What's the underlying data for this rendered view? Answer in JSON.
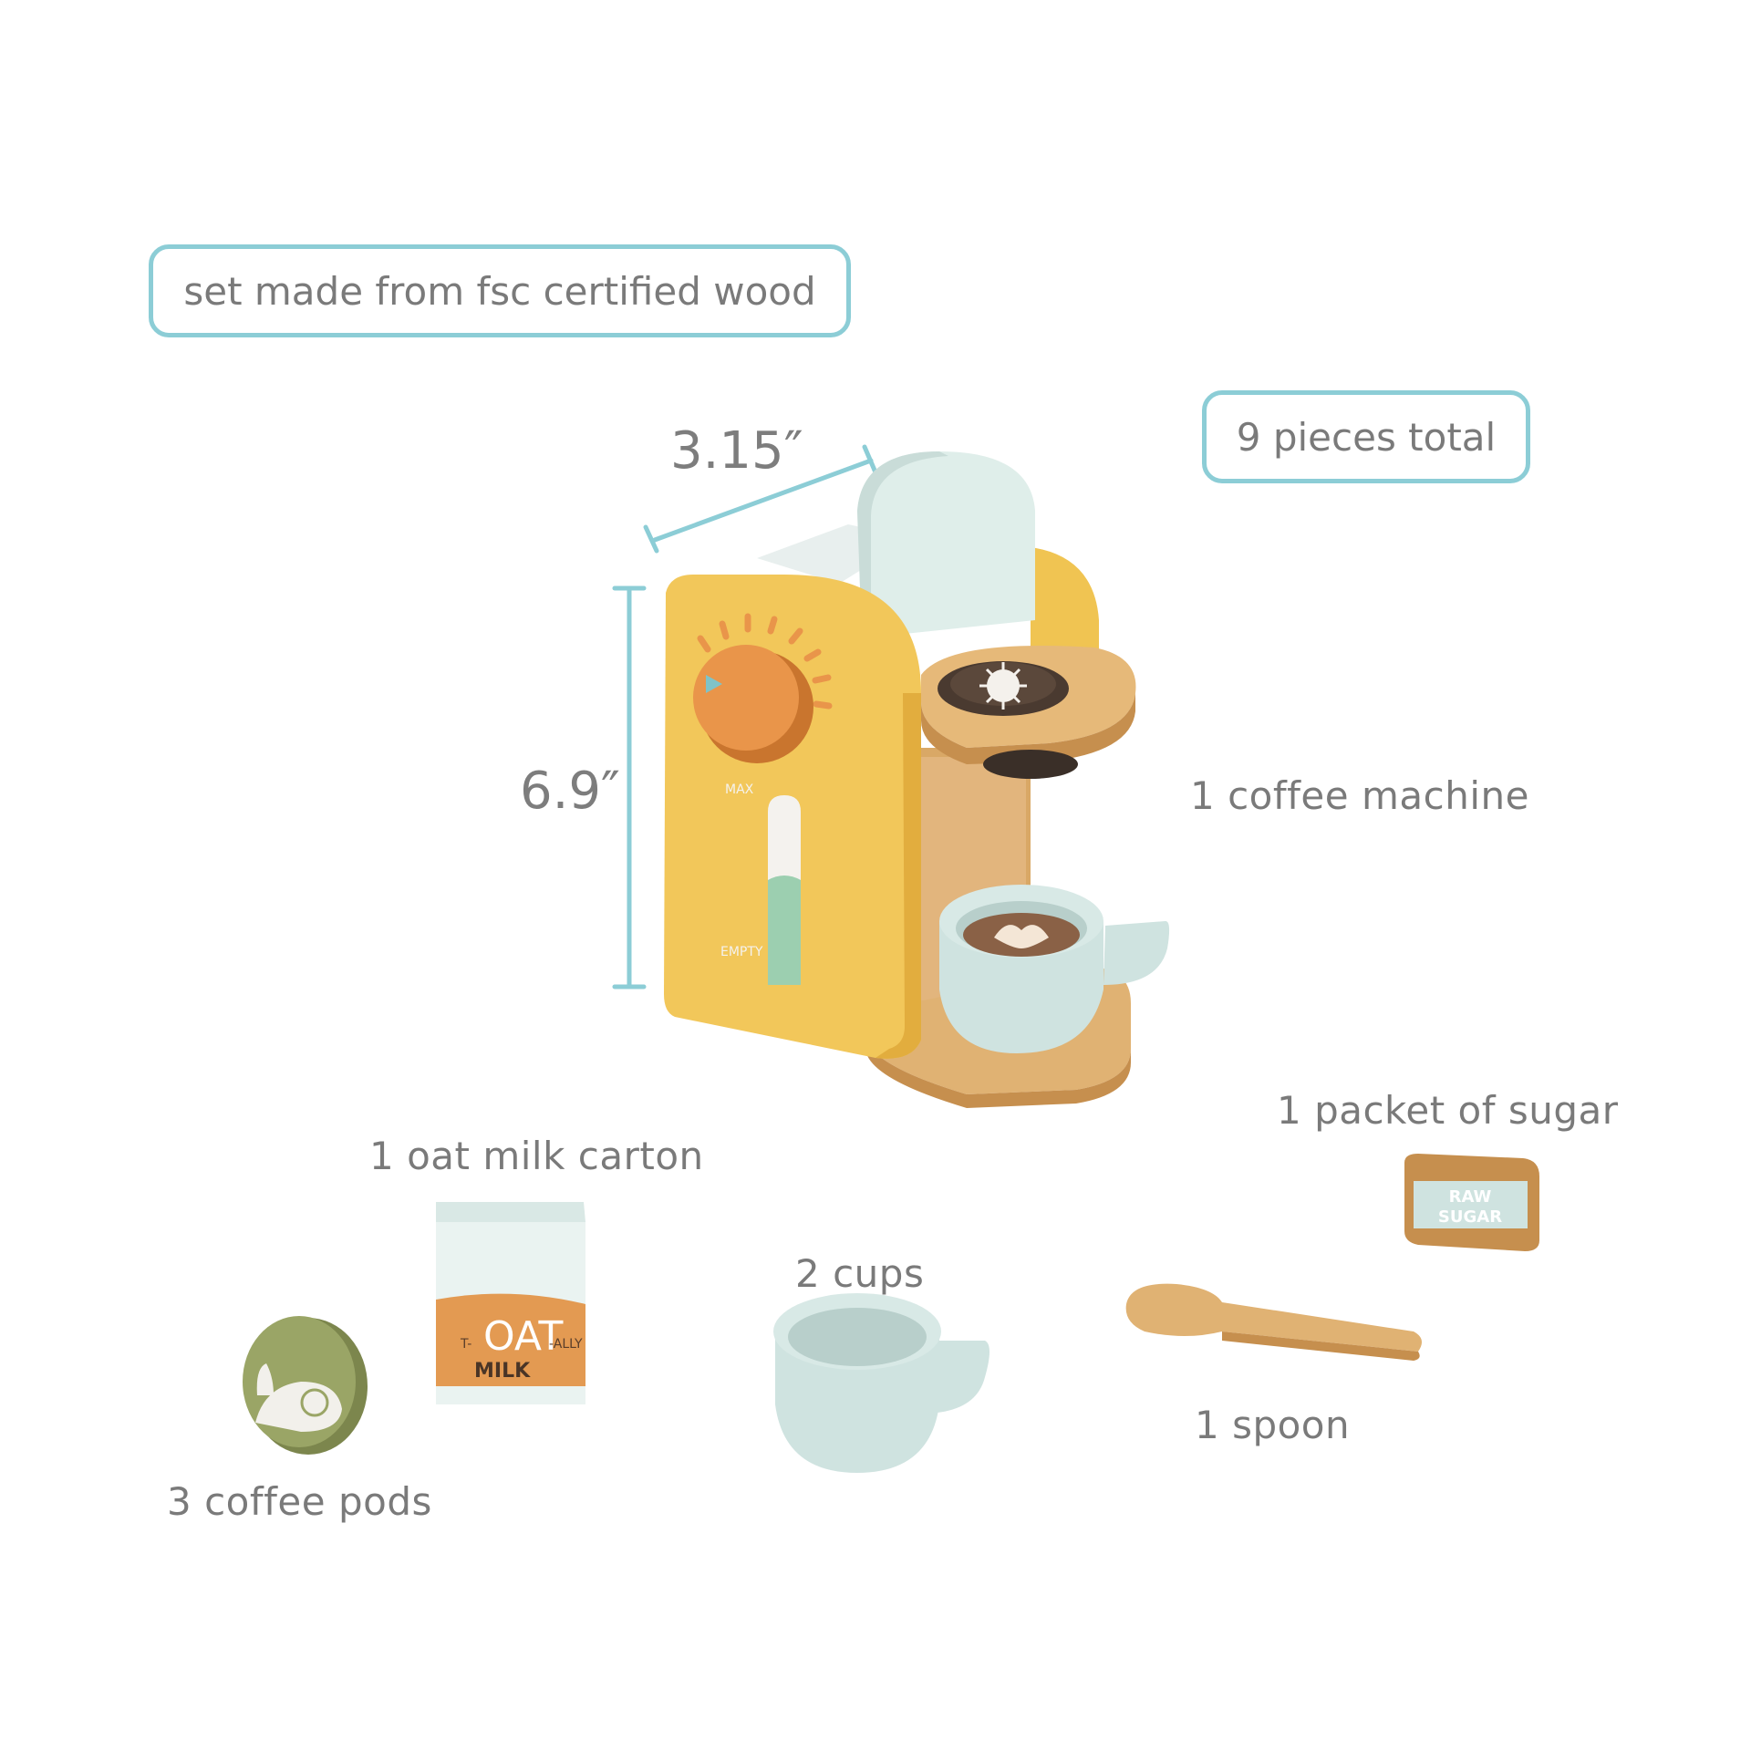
{
  "badges": {
    "material": "set made from fsc certified wood",
    "pieces": "9 pieces total"
  },
  "dimensions": {
    "width": "3.15″",
    "height": "6.9″"
  },
  "items": {
    "coffee_machine": "1 coffee machine",
    "sugar_packet": "1 packet of sugar",
    "oat_milk": "1 oat milk carton",
    "cups": "2 cups",
    "spoon": "1 spoon",
    "coffee_pods": "3 coffee pods"
  },
  "product_text": {
    "max": "MAX",
    "empty": "EMPTY",
    "milk_oat": "OAT",
    "milk_prefix": "T-",
    "milk_suffix": "-ALLY",
    "milk_word": "MILK",
    "sugar_line1": "RAW",
    "sugar_line2": "SUGAR"
  },
  "colors": {
    "accent": "#8ccdd6",
    "machine_yellow": "#f2c75a",
    "wood": "#e3b57a",
    "knob_orange": "#e9954a",
    "mint": "#cfe3e0",
    "pod_green": "#9aa566"
  }
}
